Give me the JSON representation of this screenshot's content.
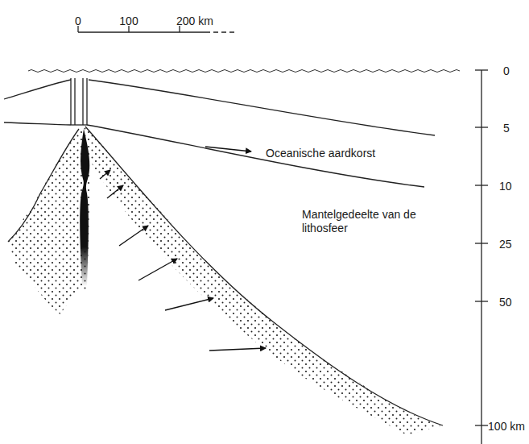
{
  "diagram": {
    "labels": [
      "0",
      "100",
      "200 km",
      "Oceanische aardkorst",
      "Mantelgedeelte van de lithosfeer",
      "0",
      "5",
      "10",
      "25",
      "50",
      "100 km"
    ]
  }
}
